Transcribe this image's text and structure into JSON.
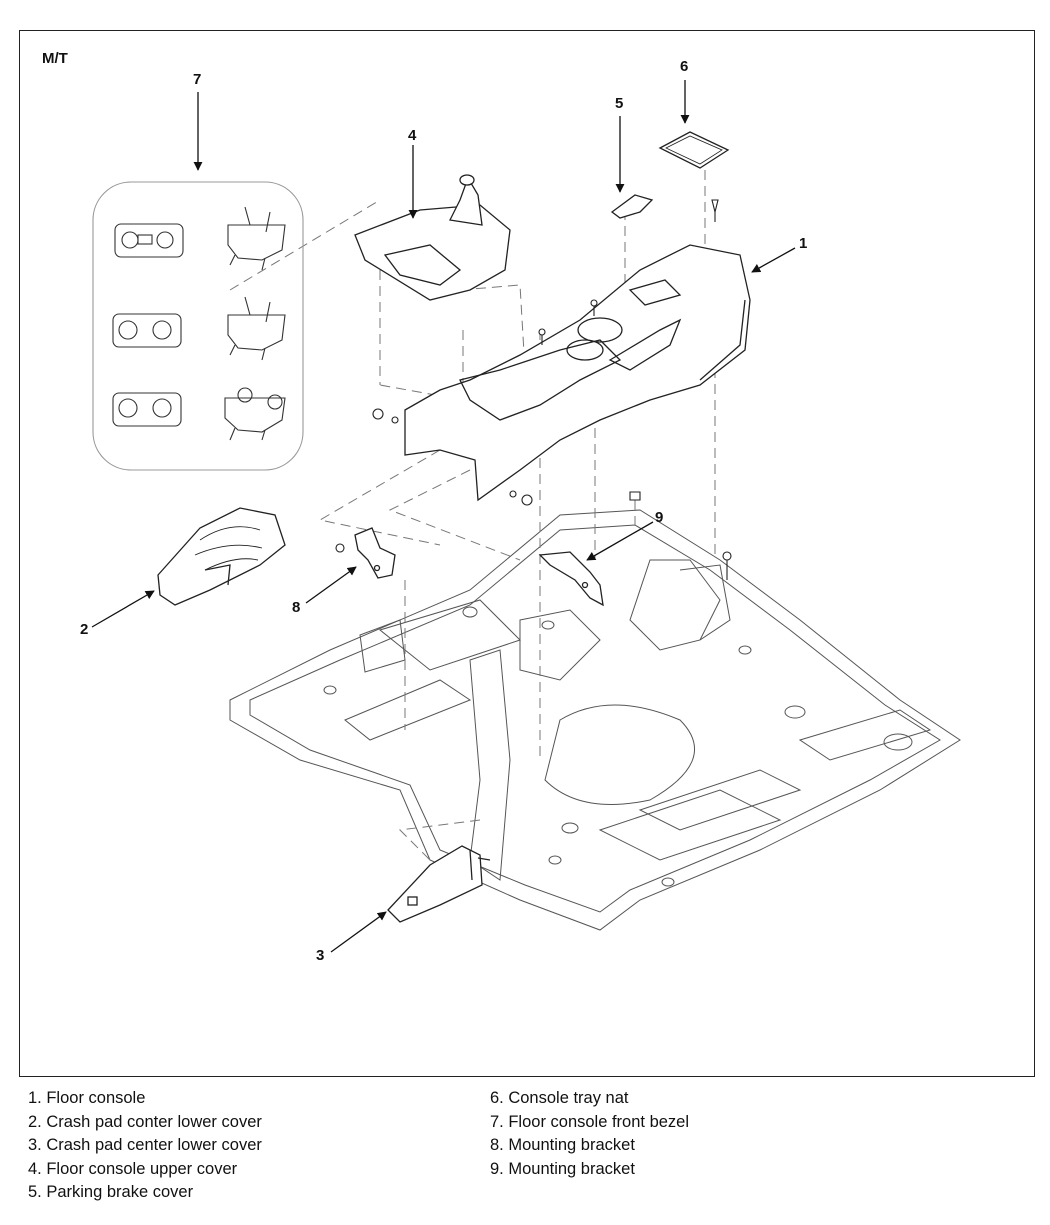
{
  "variant": "M/T",
  "callouts": {
    "c1": "1",
    "c2": "2",
    "c3": "3",
    "c4": "4",
    "c5": "5",
    "c6": "6",
    "c7": "7",
    "c8": "8",
    "c9": "9"
  },
  "legend": {
    "left": [
      "1. Floor console",
      "2. Crash pad conter lower cover",
      "3. Crash pad center lower cover",
      "4. Floor console upper cover",
      "5. Parking brake cover"
    ],
    "right": [
      "6. Console tray nat",
      "7. Floor console front bezel",
      "8. Mounting bracket",
      "9. Mounting bracket"
    ]
  }
}
